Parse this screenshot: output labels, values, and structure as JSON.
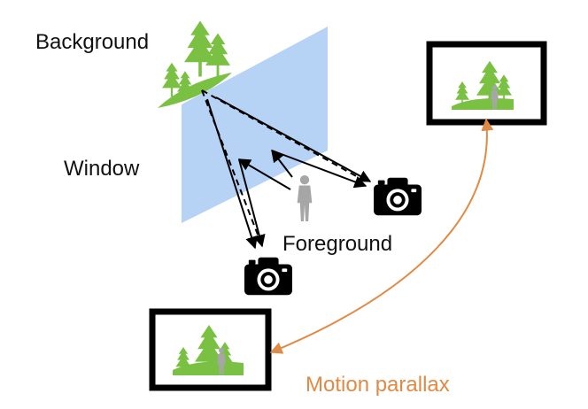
{
  "labels": {
    "background": "Background",
    "window": "Window",
    "foreground": "Foreground",
    "motion_parallax": "Motion parallax"
  },
  "colors": {
    "tree_green": "#7AC143",
    "window_blue": "#A9CBF5",
    "arrow_black": "#000000",
    "parallax_orange": "#E08A45",
    "person_gray": "#A6A6A6",
    "frame_black": "#000000"
  },
  "icons": [
    "tree-icon",
    "camera-icon",
    "person-icon",
    "photo-frame-icon"
  ]
}
